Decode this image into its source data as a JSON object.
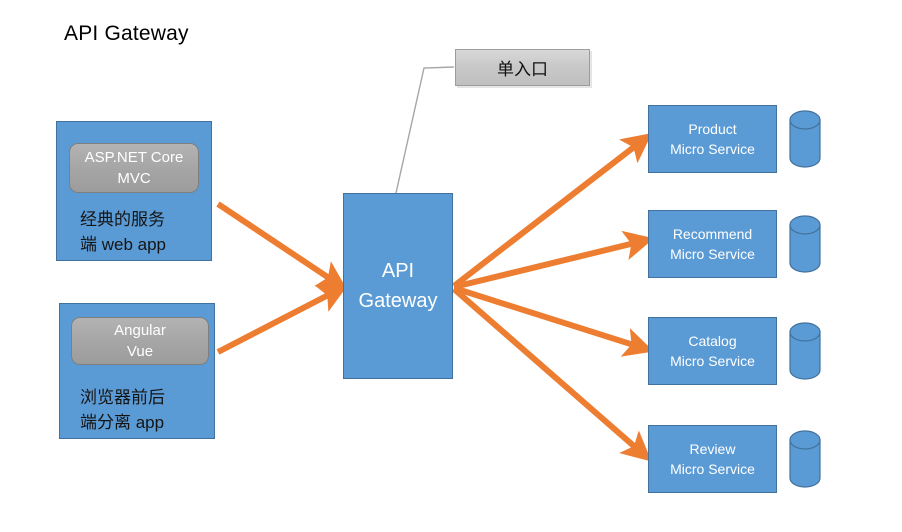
{
  "title": "API Gateway",
  "colors": {
    "box_fill": "#5B9BD5",
    "box_border": "#41719C",
    "chip_fill": "#A6A6A6",
    "chip_border": "#7F7F7F",
    "arrow": "#ED7D31",
    "leader_line": "#A6A6A6",
    "callout_fill": "#C9C9C9",
    "text_white": "#FFFFFF",
    "text_dark": "#141414"
  },
  "clients": [
    {
      "id": "aspnet-mvc",
      "chip_line1": "ASP.NET Core",
      "chip_line2": "MVC",
      "caption_line1": "经典的服务",
      "caption_line2": "端 web app"
    },
    {
      "id": "angular-vue",
      "chip_line1": "Angular",
      "chip_line2": "Vue",
      "caption_line1": "浏览器前后",
      "caption_line2": "端分离 app"
    }
  ],
  "gateway": {
    "line1": "API",
    "line2": "Gateway"
  },
  "callout": {
    "label": "单入口"
  },
  "services": [
    {
      "id": "product",
      "name": "Product",
      "suffix": "Micro Service",
      "db": "database-cylinder"
    },
    {
      "id": "recommend",
      "name": "Recommend",
      "suffix": "Micro Service",
      "db": "database-cylinder"
    },
    {
      "id": "catalog",
      "name": "Catalog",
      "suffix": "Micro Service",
      "db": "database-cylinder"
    },
    {
      "id": "review",
      "name": "Review",
      "suffix": "Micro Service",
      "db": "database-cylinder"
    }
  ]
}
